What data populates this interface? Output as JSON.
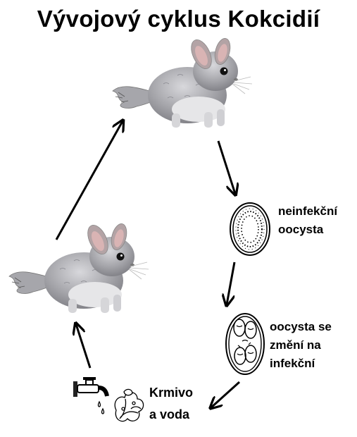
{
  "title": "Vývojový cyklus Kokcidií",
  "stages": {
    "chinchilla_top": {
      "icon": "chinchilla-icon"
    },
    "chinchilla_left": {
      "icon": "chinchilla-icon"
    },
    "oocyst_noninfective": {
      "icon": "oocyst-icon",
      "line1": "neinfekční",
      "line2": "oocysta"
    },
    "oocyst_infective": {
      "icon": "sporulated-oocyst-icon",
      "line1": "oocysta se",
      "line2": "změní na",
      "line3": "infekční"
    },
    "feed_water": {
      "icons": [
        "water-tap-icon",
        "feed-plant-icon"
      ],
      "line1": "Krmivo",
      "line2": "a voda"
    }
  },
  "colors": {
    "fur": "#9d9da1",
    "fur_light": "#d0d0d4",
    "ear": "#c9a9a9",
    "arrow": "#000000"
  }
}
